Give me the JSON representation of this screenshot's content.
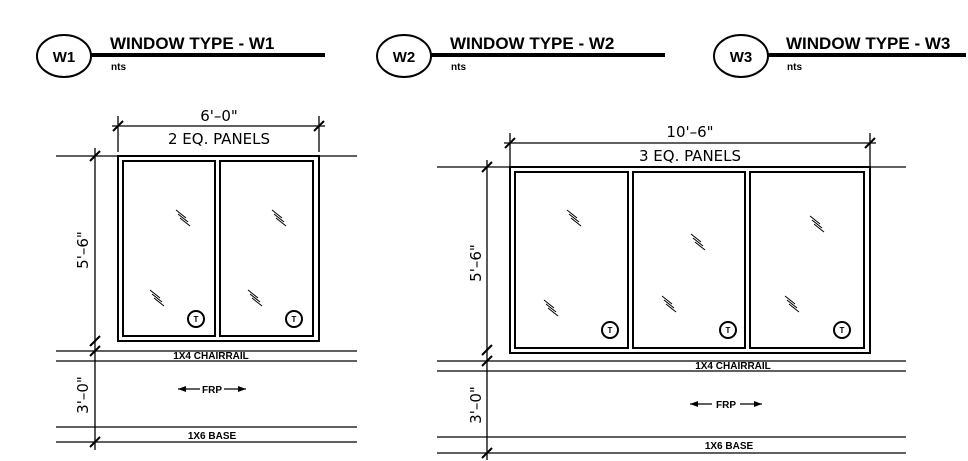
{
  "details": [
    {
      "tag": "W1",
      "title": "WINDOW TYPE - W1",
      "scale": "nts",
      "width_dim": "6'–0\"",
      "panels_label": "2 EQ. PANELS",
      "height_dim": "5'–6\"",
      "wainscot_dim": "3'–0\"",
      "chairrail_label": "1X4 CHAIRRAIL",
      "frp_label": "FRP",
      "base_label": "1X6 BASE",
      "panel_symbol": "T"
    },
    {
      "tag": "W2",
      "title": "WINDOW TYPE - W2",
      "scale": "nts",
      "width_dim": "10'–6\"",
      "panels_label": "3 EQ. PANELS",
      "height_dim": "5'–6\"",
      "wainscot_dim": "3'–0\"",
      "chairrail_label": "1X4 CHAIRRAIL",
      "frp_label": "FRP",
      "base_label": "1X6 BASE",
      "panel_symbol": "T"
    },
    {
      "tag": "W3",
      "title": "WINDOW TYPE - W3",
      "scale": "nts"
    }
  ]
}
